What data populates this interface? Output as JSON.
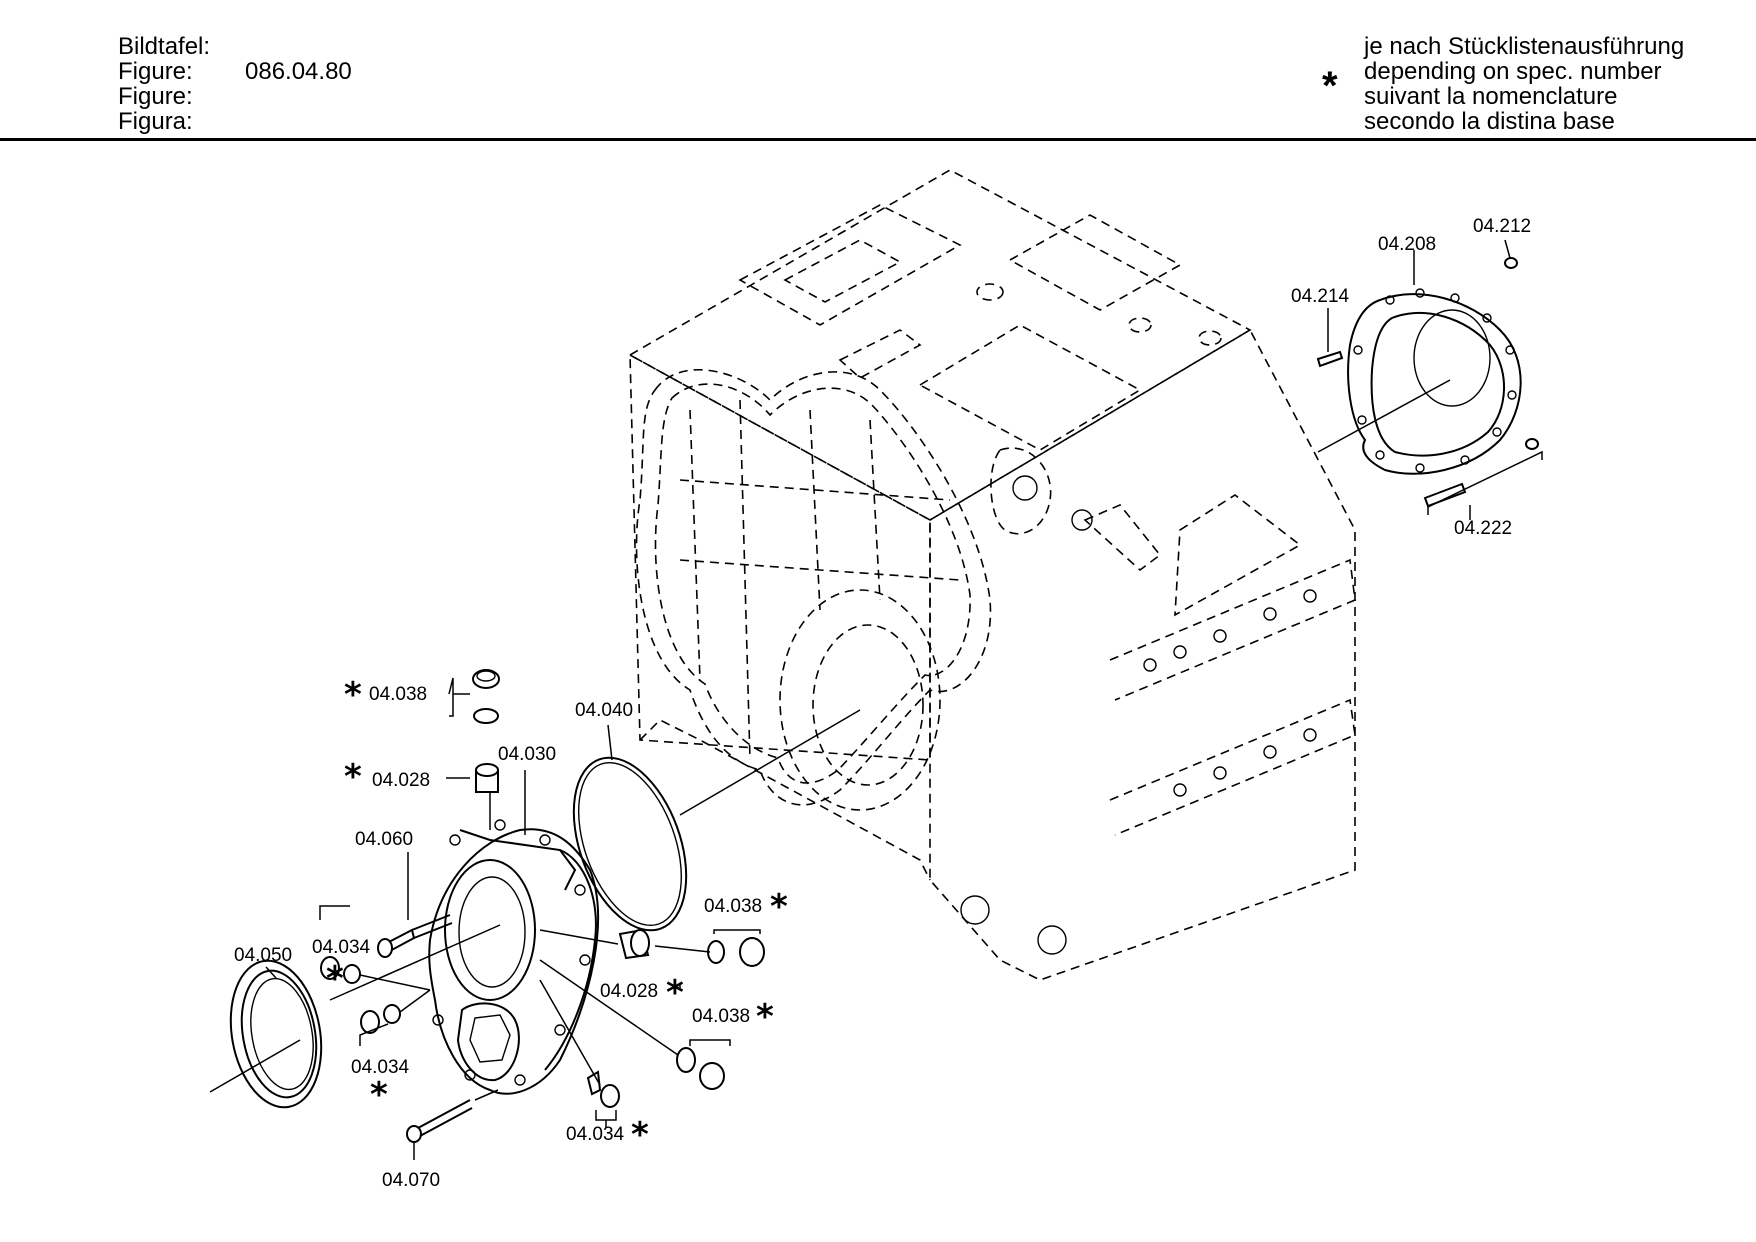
{
  "header": {
    "labels": [
      "Bildtafel:",
      "Figure:",
      "Figure:",
      "Figura:"
    ],
    "figure_number": "086.04.80",
    "note_marker": "*",
    "note_lines": [
      "je nach Stücklistenausführung",
      "depending on spec. number",
      "suivant la nomenclature",
      "secondo la distina base"
    ]
  },
  "callouts": {
    "c04208": "04.208",
    "c04212": "04.212",
    "c04214": "04.214",
    "c04222": "04.222",
    "c04038a": "04.038",
    "c04028a": "04.028",
    "c04030": "04.030",
    "c04040": "04.040",
    "c04060": "04.060",
    "c04034a": "04.034",
    "c04050": "04.050",
    "c04034b": "04.034",
    "c04038b": "04.038",
    "c04028b": "04.028",
    "c04038c": "04.038",
    "c04034c": "04.034",
    "c04070": "04.070"
  },
  "marker": "*"
}
